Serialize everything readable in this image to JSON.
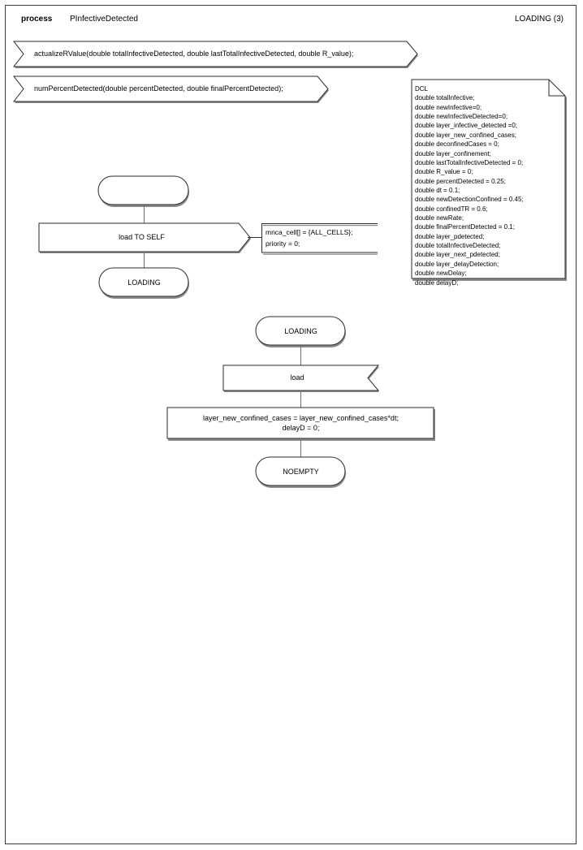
{
  "header": {
    "kind_label": "process",
    "process_name": "PInfectiveDetected",
    "page_label": "LOADING (3)"
  },
  "procedures": [
    {
      "name": "actualizeRValue-signature",
      "text": "actualizeRValue(double totalInfectiveDetected, double lastTotalInfectiveDetected, double R_value);"
    },
    {
      "name": "numPercentDetected-signature",
      "text": "numPercentDetected(double percentDetected, double finalPercentDetected);"
    }
  ],
  "declaration_note": {
    "title": "DCL",
    "text": "DCL\ndouble totalInfective;\ndouble newInfective=0;\ndouble newInfectiveDetected=0;\ndouble layer_infective_detected =0;\ndouble layer_new_confined_cases;\ndouble deconfinedCases = 0;\ndouble layer_confinement;\ndouble lastTotalInfectiveDetected = 0;\ndouble R_value = 0;\ndouble percentDetected = 0.25;\ndouble dt = 0.1;\ndouble newDetectionConfined = 0.45;\ndouble confinedTR = 0.6;\ndouble newRate;\ndouble finalPercentDetected = 0.1;\ndouble layer_pdetected;\ndouble totalInfectiveDetected;\ndouble layer_next_pdetected;\ndouble layer_delayDetection;\ndouble newDelay;\ndouble delayD;",
    "declarations": [
      "double totalInfective;",
      "double newInfective=0;",
      "double newInfectiveDetected=0;",
      "double layer_infective_detected =0;",
      "double layer_new_confined_cases;",
      "double deconfinedCases = 0;",
      "double layer_confinement;",
      "double lastTotalInfectiveDetected = 0;",
      "double R_value = 0;",
      "double percentDetected = 0.25;",
      "double dt = 0.1;",
      "double newDetectionConfined = 0.45;",
      "double confinedTR = 0.6;",
      "double newRate;",
      "double finalPercentDetected = 0.1;",
      "double layer_pdetected;",
      "double totalInfectiveDetected;",
      "double layer_next_pdetected;",
      "double layer_delayDetection;",
      "double newDelay;",
      "double delayD;"
    ]
  },
  "flow_upper": {
    "start_state_label": "",
    "output_label": "load TO SELF",
    "comment_text": "mnca_cell[] = {ALL_CELLS};\npriority = 0;",
    "next_state_label": "LOADING"
  },
  "flow_lower": {
    "state_label": "LOADING",
    "input_label": "load",
    "task_text": "layer_new_confined_cases = layer_new_confined_cases*dt;\ndelayD = 0;",
    "end_state_label": "NOEMPTY"
  },
  "colors": {
    "stroke": "#2b2b2b",
    "connector": "#6e6e6e",
    "shadow": "#8a8a8a",
    "page_border": "#3a3a3a",
    "background": "#ffffff"
  }
}
